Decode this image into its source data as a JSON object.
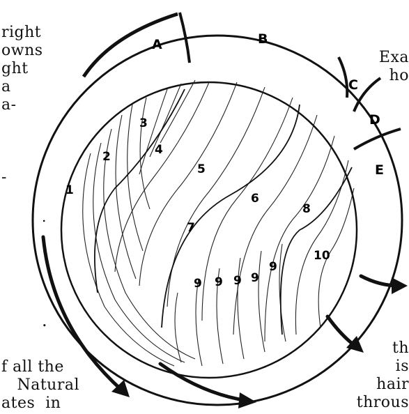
{
  "side_text": {
    "left_top": "right\nowns\nght\na\na-\n\n\n\n-",
    "left_bottom": "f all the\n   Natural\nates  in",
    "right_top": "Exa\n  ho",
    "right_bottom": "th\nis\nhair\nthrous"
  },
  "segment_labels": [
    "A",
    "B",
    "C",
    "D",
    "E"
  ],
  "strand_labels": [
    "1",
    "2",
    "3",
    "4",
    "5",
    "6",
    "7",
    "8",
    "9",
    "9",
    "9",
    "9",
    "9",
    "10"
  ],
  "stray_marks": [
    ".",
    "."
  ]
}
